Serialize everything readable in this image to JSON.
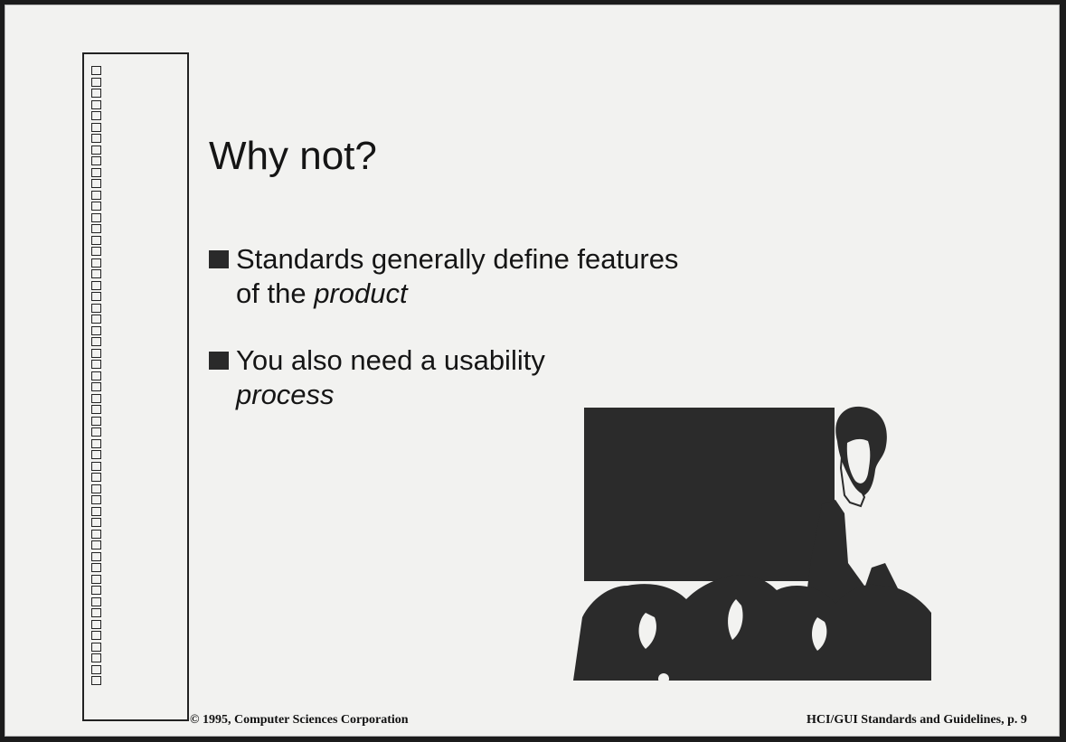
{
  "slide": {
    "title": "Why not?",
    "bullets": [
      {
        "text": "Standards generally define features",
        "continuation_plain": "of the ",
        "continuation_italic": "product"
      },
      {
        "text": "You also need a usability",
        "continuation_plain": "",
        "continuation_italic": "process"
      }
    ],
    "footer_left": "© 1995, Computer Sciences Corporation",
    "footer_right": "HCI/GUI Standards and Guidelines, p. 9"
  },
  "illustration": {
    "name": "presenter-at-blackboard-clipart"
  },
  "colors": {
    "background": "#f2f2f0",
    "ink": "#151515"
  }
}
